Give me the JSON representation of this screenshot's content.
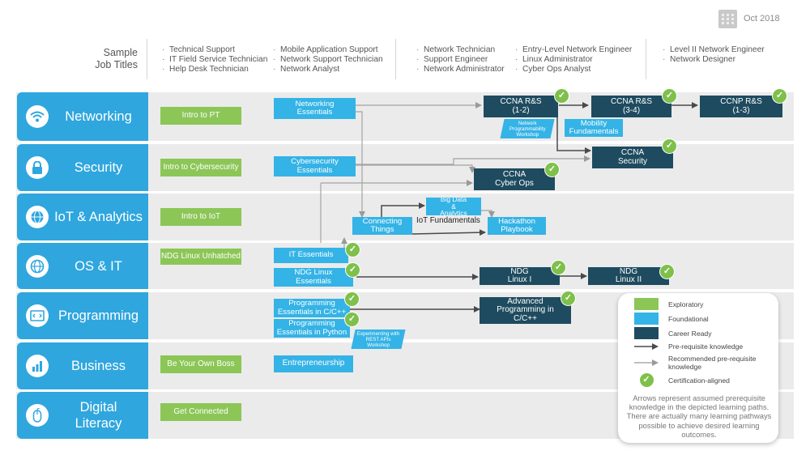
{
  "header": {
    "date": "Oct 2018",
    "calendar_icon": "calendar-icon"
  },
  "job_titles": {
    "heading": "Sample\nJob Titles",
    "columns": [
      [
        "Technical Support",
        "IT Field Service Technician",
        "Help Desk Technician"
      ],
      [
        "Mobile Application Support",
        "Network Support Technician",
        "Network Analyst"
      ],
      [
        "Network Technician",
        "Support Engineer",
        "Network Administrator"
      ],
      [
        "Entry-Level Network Engineer",
        "Linux Administrator",
        "Cyber Ops Analyst"
      ],
      [
        "Level II Network Engineer",
        "Network Designer"
      ]
    ]
  },
  "categories": [
    {
      "label": "Networking",
      "icon": "wifi-icon"
    },
    {
      "label": "Security",
      "icon": "lock-icon"
    },
    {
      "label": "IoT & Analytics",
      "icon": "globe-icon"
    },
    {
      "label": "OS & IT",
      "icon": "globe-network-icon"
    },
    {
      "label": "Programming",
      "icon": "code-window-icon"
    },
    {
      "label": "Business",
      "icon": "bar-chart-icon"
    },
    {
      "label": "Digital\nLiteracy",
      "icon": "mouse-icon"
    }
  ],
  "courses": {
    "intro_pt": "Intro to PT",
    "intro_cyber": "Intro to Cybersecurity",
    "intro_iot": "Intro to IoT",
    "ndg_linux_unhatched": "NDG Linux Unhatched",
    "be_your_own_boss": "Be Your Own Boss",
    "get_connected": "Get Connected",
    "networking_essentials": "Networking\nEssentials",
    "cybersecurity_essentials": "Cybersecurity\nEssentials",
    "connecting_things": "Connecting\nThings",
    "big_data": "Big Data\n&\nAnalytics",
    "iot_fundamentals": "IoT Fundamentals",
    "hackathon": "Hackathon\nPlaybook",
    "it_essentials": "IT Essentials",
    "ndg_linux_essentials": "NDG Linux\nEssentials",
    "prog_c": "Programming\nEssentials in C/C++",
    "prog_python": "Programming\nEssentials in Python",
    "entrepreneurship": "Entrepreneurship",
    "ccna_rs_12": "CCNA R&S\n(1-2)",
    "ccna_rs_34": "CCNA R&S\n(3-4)",
    "ccnp_rs": "CCNP R&S\n(1-3)",
    "ccna_security": "CCNA\nSecurity",
    "ccna_cyber_ops": "CCNA\nCyber Ops",
    "ndg_linux_1": "NDG\nLinux I",
    "ndg_linux_2": "NDG\nLinux II",
    "adv_prog_c": "Advanced\nProgramming in\nC/C++",
    "mobility": "Mobility\nFundamentals",
    "network_programmability": "Network\nProgrammability\nWorkshop",
    "rest_api": "Experimenting with\nREST APIs\nWorkshop"
  },
  "legend": {
    "exploratory": "Exploratory",
    "foundational": "Foundational",
    "career_ready": "Career Ready",
    "prerequisite": "Pre-requisite knowledge",
    "recommended": "Recommended pre-requisite\nknowledge",
    "certification": "Certification-aligned",
    "note": "Arrows represent assumed prerequisite knowledge in the depicted learning paths. There are actually many learning pathways possible to achieve desired learning outcomes."
  },
  "colors": {
    "exploratory": "#8cc657",
    "foundational": "#34b3e6",
    "career_ready": "#1e4b5f",
    "category": "#2fa6de",
    "check": "#7ec04b"
  }
}
